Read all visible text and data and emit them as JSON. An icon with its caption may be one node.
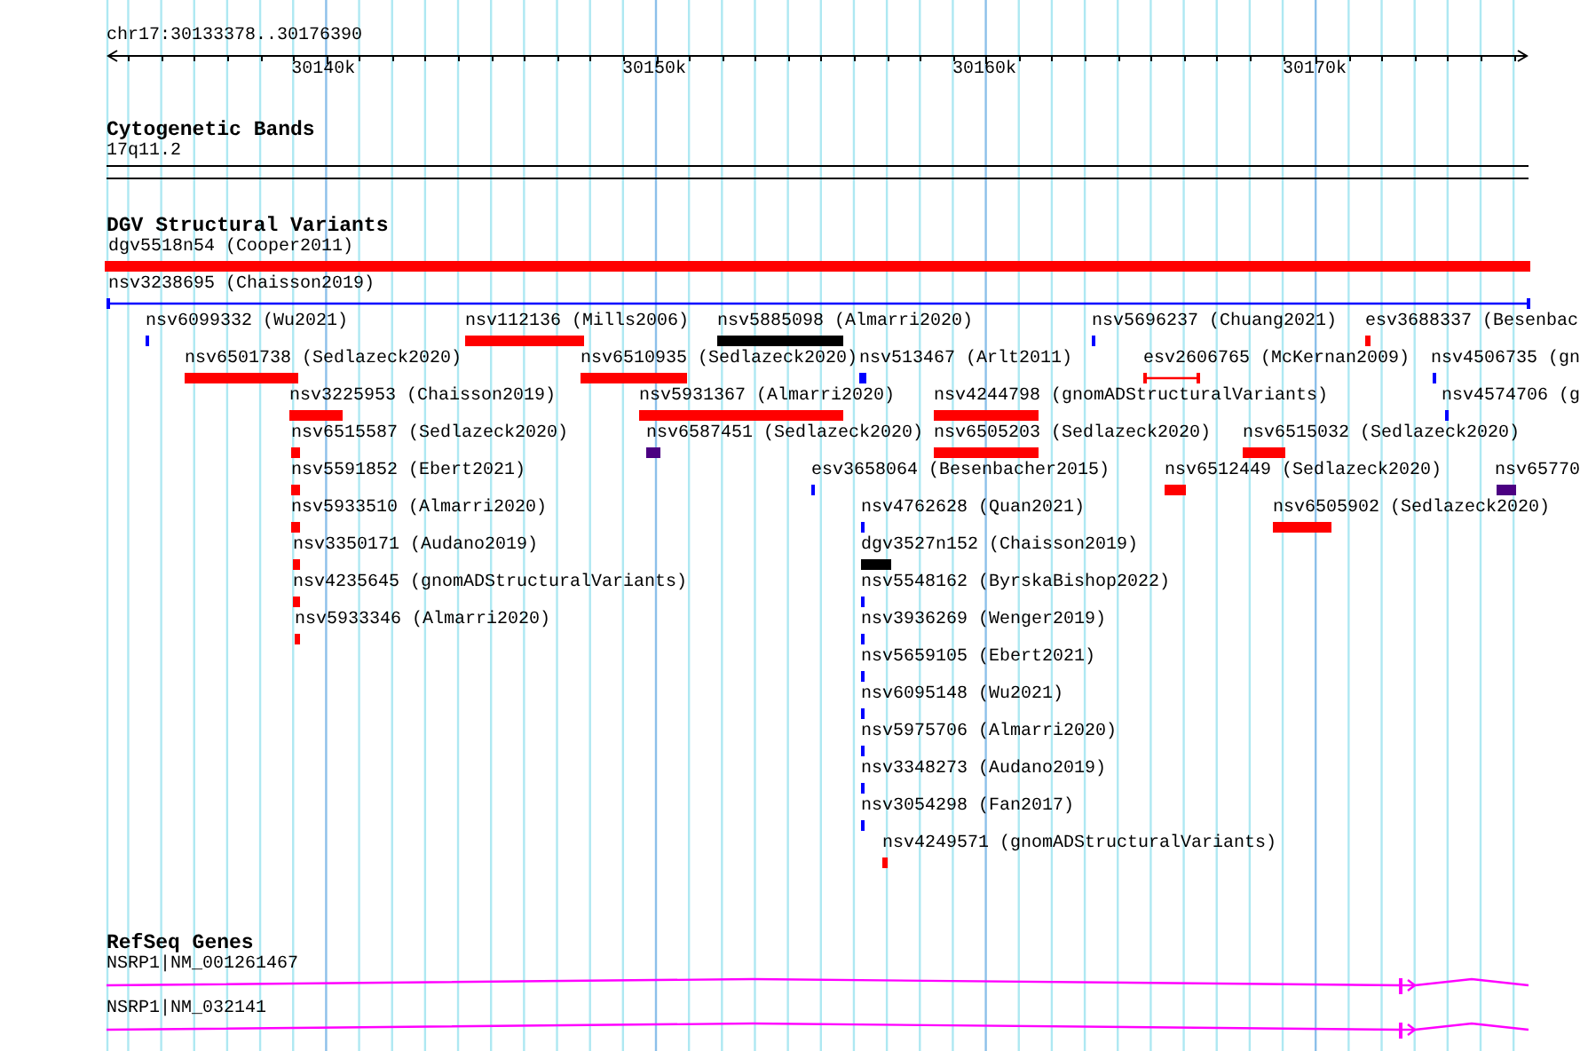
{
  "diagram": {
    "nodes": [
      {
        "text": [
          "17q11.2"
        ]
      },
      {
        "text": [
          "dgv5518n54 (Cooper2011)"
        ]
      },
      {
        "text": [
          "nsv3238695 (Chaisson2019)"
        ]
      },
      {
        "text": [
          "nsv6099332 (Wu2021)"
        ]
      },
      {
        "text": [
          "nsv112136 (Mills2006)"
        ]
      },
      {
        "text": [
          "nsv5885098 (Almarri2020)"
        ]
      },
      {
        "text": [
          "nsv5696237 (Chuang2021)"
        ]
      },
      {
        "text": [
          "esv3688337 (Besenbac"
        ]
      },
      {
        "text": [
          "nsv6501738 (Sedlazeck2020)"
        ]
      },
      {
        "text": [
          "nsv6510935 (Sedlazeck2020)"
        ]
      },
      {
        "text": [
          "nsv513467 (Arlt2011)"
        ]
      },
      {
        "text": [
          "esv2606765 (McKernan2009)"
        ]
      },
      {
        "text": [
          "nsv4506735 (gn"
        ]
      },
      {
        "text": [
          "nsv3225953 (Chaisson2019)"
        ]
      },
      {
        "text": [
          "nsv5931367 (Almarri2020)"
        ]
      },
      {
        "text": [
          "nsv4244798 (gnomADStructuralVariants)"
        ]
      },
      {
        "text": [
          "nsv4574706 (g"
        ]
      },
      {
        "text": [
          "nsv6515587 (Sedlazeck2020)"
        ]
      },
      {
        "text": [
          "nsv6587451 (Sedlazeck2020)"
        ]
      },
      {
        "text": [
          "nsv6505203 (Sedlazeck2020)"
        ]
      },
      {
        "text": [
          "nsv6515032 (Sedlazeck2020)"
        ]
      },
      {
        "text": [
          "nsv5591852 (Ebert2021)"
        ]
      },
      {
        "text": [
          "esv3658064 (Besenbacher2015)"
        ]
      },
      {
        "text": [
          "nsv6512449 (Sedlazeck2020)"
        ]
      },
      {
        "text": [
          "nsv65770"
        ]
      },
      {
        "text": [
          "nsv5933510 (Almarri2020)"
        ]
      },
      {
        "text": [
          "nsv4762628 (Quan2021)"
        ]
      },
      {
        "text": [
          "nsv6505902 (Sedlazeck2020)"
        ]
      },
      {
        "text": [
          "nsv3350171 (Audano2019)"
        ]
      },
      {
        "text": [
          "dgv3527n152 (Chaisson2019)"
        ]
      },
      {
        "text": [
          "nsv4235645 (gnomADStructuralVariants)"
        ]
      },
      {
        "text": [
          "nsv5548162 (ByrskaBishop2022)"
        ]
      },
      {
        "text": [
          "nsv5933346 (Almarri2020)"
        ]
      },
      {
        "text": [
          "nsv3936269 (Wenger2019)"
        ]
      },
      {
        "text": [
          "nsv5659105 (Ebert2021)"
        ]
      },
      {
        "text": [
          "nsv6095148 (Wu2021)"
        ]
      },
      {
        "text": [
          "nsv5975706 (Almarri2020)"
        ]
      },
      {
        "text": [
          "nsv3348273 (Audano2019)"
        ]
      },
      {
        "text": [
          "nsv3054298 (Fan2017)"
        ]
      },
      {
        "text": [
          "nsv4249571 (gnomADStructuralVariants)"
        ]
      },
      {
        "text": [
          "NSRP1|NM_001261467"
        ]
      },
      {
        "text": [
          "NSRP1|NM_032141"
        ]
      }
    ],
    "labels": [
      "chr17:30133378..30176390",
      "30140k",
      "30150k",
      "30160k",
      "30170k",
      "Cytogenetic Bands",
      "DGV Structural Variants",
      "RefSeq Genes"
    ]
  }
}
